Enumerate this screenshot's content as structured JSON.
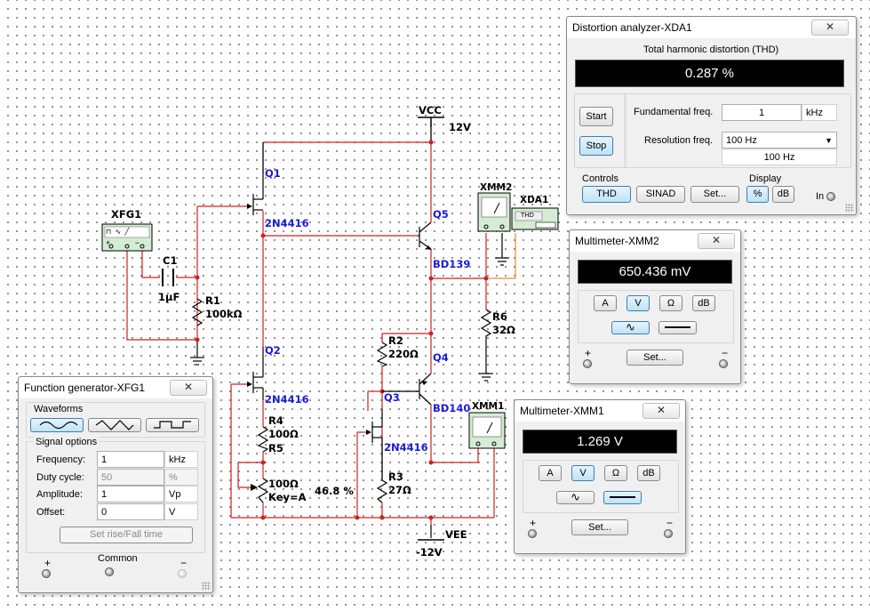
{
  "schematic": {
    "instruments": {
      "function_generator": "XFG1",
      "multimeter_2": "XMM2",
      "distortion_analyzer": "XDA1",
      "distortion_analyzer_face": "THD",
      "multimeter_1": "XMM1"
    },
    "supplies": {
      "vcc_label": "VCC",
      "vcc_value": "12V",
      "vee_label": "VEE",
      "vee_value": "-12V"
    },
    "components": {
      "c1_ref": "C1",
      "c1_value": "1µF",
      "r1_ref": "R1",
      "r1_value": "100kΩ",
      "q1_ref": "Q1",
      "q1_model": "2N4416",
      "q2_ref": "Q2",
      "q2_model": "2N4416",
      "q3_ref": "Q3",
      "q3_model": "2N4416",
      "q4_ref": "Q4",
      "q4_model": "BD140",
      "q5_ref": "Q5",
      "q5_model": "BD139",
      "r2_ref": "R2",
      "r2_value": "220Ω",
      "r3_ref": "R3",
      "r3_value": "27Ω",
      "r4_ref": "R4",
      "r4_value": "100Ω",
      "r5_ref": "R5",
      "r5_value": "100Ω",
      "r5_key": "Key=A",
      "r5_setting": "46.8 %",
      "r6_ref": "R6",
      "r6_value": "32Ω"
    }
  },
  "distortion_window": {
    "title": "Distortion analyzer-XDA1",
    "thd_heading": "Total harmonic distortion (THD)",
    "reading": "0.287 %",
    "start_label": "Start",
    "stop_label": "Stop",
    "fund_freq_label": "Fundamental freq.",
    "fund_freq_value": "1",
    "fund_freq_unit": "kHz",
    "res_freq_label": "Resolution freq.",
    "res_freq_value": "100 Hz",
    "res_freq_display": "100 Hz",
    "controls_label": "Controls",
    "thd_btn": "THD",
    "sinad_btn": "SINAD",
    "set_btn": "Set...",
    "display_label": "Display",
    "pct_btn": "%",
    "db_btn": "dB",
    "in_label": "In"
  },
  "mm2_window": {
    "title": "Multimeter-XMM2",
    "reading": "650.436 mV",
    "modes": [
      "A",
      "V",
      "Ω",
      "dB"
    ],
    "set_label": "Set...",
    "plus": "+",
    "minus": "−"
  },
  "mm1_window": {
    "title": "Multimeter-XMM1",
    "reading": "1.269 V",
    "modes": [
      "A",
      "V",
      "Ω",
      "dB"
    ],
    "set_label": "Set...",
    "plus": "+",
    "minus": "−"
  },
  "fg_window": {
    "title": "Function generator-XFG1",
    "waveforms_label": "Waveforms",
    "signal_options_label": "Signal options",
    "frequency_label": "Frequency:",
    "frequency_value": "1",
    "frequency_unit": "kHz",
    "duty_label": "Duty cycle:",
    "duty_value": "50",
    "duty_unit": "%",
    "amplitude_label": "Amplitude:",
    "amplitude_value": "1",
    "amplitude_unit": "Vp",
    "offset_label": "Offset:",
    "offset_value": "0",
    "offset_unit": "V",
    "rise_fall_label": "Set rise/Fall time",
    "plus": "+",
    "common_label": "Common",
    "minus": "−"
  },
  "close_glyph": "✕",
  "colors": {
    "wire_red": "#cc2222",
    "wire_black": "#000000",
    "wire_orange": "#e09030",
    "label_blue": "#1a1adf",
    "instrument_green": "#d4ecd4",
    "display_bg": "#000000",
    "selected_button": "#bfe2f7"
  }
}
